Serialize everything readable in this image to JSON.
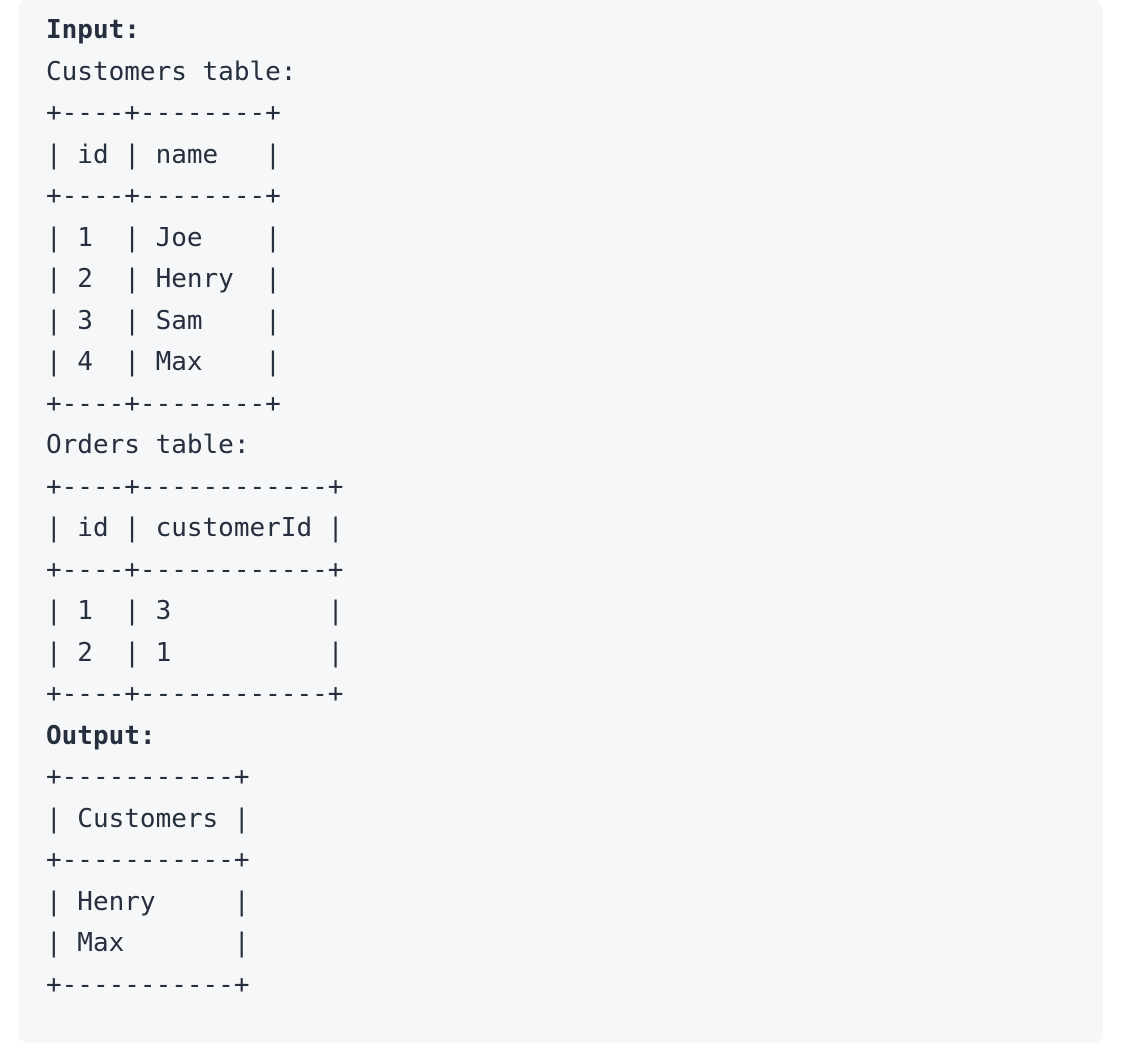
{
  "panel": {
    "background_color": "#f6f7f9",
    "text_color": "#262f3d",
    "page_background": "#ffffff"
  },
  "content": {
    "input_label": "Input:",
    "output_label": "Output:",
    "customers_caption": "Customers table:",
    "orders_caption": "Orders table:",
    "customers_table": {
      "border": "+----+--------+",
      "header": "| id | name   |",
      "rows": [
        "| 1  | Joe    |",
        "| 2  | Henry  |",
        "| 3  | Sam    |",
        "| 4  | Max    |"
      ]
    },
    "orders_table": {
      "border": "+----+------------+",
      "header": "| id | customerId |",
      "rows": [
        "| 1  | 3          |",
        "| 2  | 1          |"
      ]
    },
    "output_table": {
      "border": "+-----------+",
      "header": "| Customers |",
      "rows": [
        "| Henry     |",
        "| Max       |"
      ]
    }
  },
  "table_data": {
    "customers": {
      "columns": [
        "id",
        "name"
      ],
      "rows": [
        [
          "1",
          "Joe"
        ],
        [
          "2",
          "Henry"
        ],
        [
          "3",
          "Sam"
        ],
        [
          "4",
          "Max"
        ]
      ]
    },
    "orders": {
      "columns": [
        "id",
        "customerId"
      ],
      "rows": [
        [
          "1",
          "3"
        ],
        [
          "2",
          "1"
        ]
      ]
    },
    "output": {
      "columns": [
        "Customers"
      ],
      "rows": [
        [
          "Henry"
        ],
        [
          "Max"
        ]
      ]
    }
  }
}
